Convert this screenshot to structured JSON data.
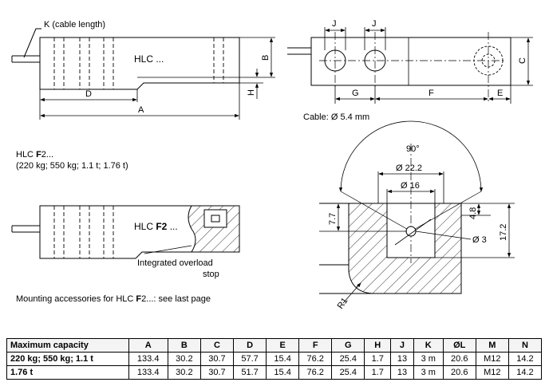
{
  "top_view": {
    "cable_length_label": "K (cable length)",
    "model_text": "HLC ...",
    "dim_d": "D",
    "dim_a": "A",
    "dim_b": "B",
    "dim_h": "H"
  },
  "side_view": {
    "dim_j1": "J",
    "dim_j2": "J",
    "dim_g": "G",
    "dim_f": "F",
    "dim_e": "E",
    "dim_c": "C",
    "cable_note": "Cable: Ø 5.4 mm"
  },
  "f2_variant": {
    "title_prefix": "HLC ",
    "title_bold": "F",
    "title_suffix": "2...",
    "capacities": "(220 kg; 550 kg; 1.1 t; 1.76 t)",
    "model_prefix": "HLC ",
    "model_bold": "F2",
    "model_suffix": " ...",
    "overload_label_1": "Integrated overload",
    "overload_label_2": "stop",
    "accessories_prefix": "Mounting accessories for HLC ",
    "accessories_bold": "F",
    "accessories_suffix": "2...: see last page"
  },
  "detail_view": {
    "angle": "90°",
    "dia_22": "Ø 22.2",
    "dia_16": "Ø 16",
    "dim_7_7": "7.7",
    "dim_4_8": "4.8",
    "dim_17_2": "17.2",
    "dia_3": "Ø 3",
    "radius": "R1"
  },
  "spec_table": {
    "headers": [
      "Maximum capacity",
      "A",
      "B",
      "C",
      "D",
      "E",
      "F",
      "G",
      "H",
      "J",
      "K",
      "ØL",
      "M",
      "N"
    ],
    "rows": [
      [
        "220 kg; 550 kg; 1.1 t",
        "133.4",
        "30.2",
        "30.7",
        "57.7",
        "15.4",
        "76.2",
        "25.4",
        "1.7",
        "13",
        "3 m",
        "20.6",
        "M12",
        "14.2"
      ],
      [
        "1.76 t",
        "133.4",
        "30.2",
        "30.7",
        "51.7",
        "15.4",
        "76.2",
        "25.4",
        "1.7",
        "13",
        "3 m",
        "20.6",
        "M12",
        "14.2"
      ]
    ]
  }
}
